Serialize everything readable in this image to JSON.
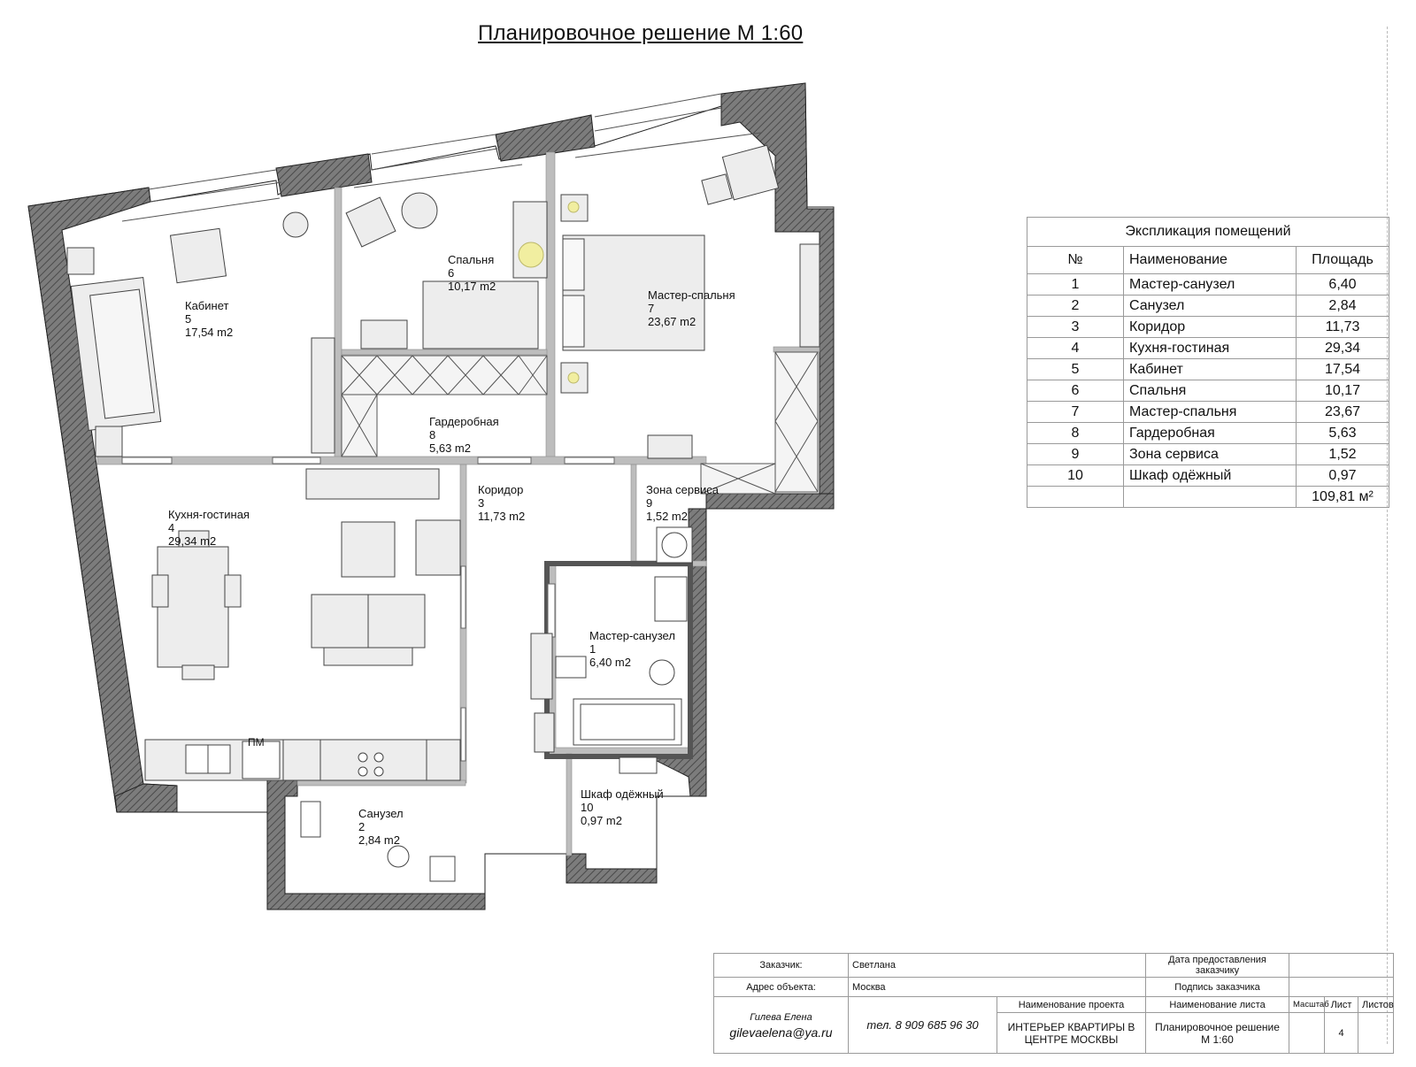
{
  "drawing": {
    "title": "Планировочное решение  М 1:60",
    "rooms": [
      {
        "name": "Кабинет",
        "number": "5",
        "area": "17,54 m2"
      },
      {
        "name": "Спальня",
        "number": "6",
        "area": "10,17 m2"
      },
      {
        "name": "Мастер-спальня",
        "number": "7",
        "area": "23,67 m2"
      },
      {
        "name": "Гардеробная",
        "number": "8",
        "area": "5,63 m2"
      },
      {
        "name": "Кухня-гостиная",
        "number": "4",
        "area": "29,34 m2"
      },
      {
        "name": "Коридор",
        "number": "3",
        "area": "11,73 m2"
      },
      {
        "name": "Зона сервиса",
        "number": "9",
        "area": "1,52 m2"
      },
      {
        "name": "Мастер-санузел",
        "number": "1",
        "area": "6,40 m2"
      },
      {
        "name": "Шкаф одёжный",
        "number": "10",
        "area": "0,97 m2"
      },
      {
        "name": "Санузел",
        "number": "2",
        "area": "2,84 m2"
      }
    ],
    "pm_label": "ПМ"
  },
  "explication": {
    "title": "Экспликация помещений",
    "headers": {
      "num": "№",
      "name": "Наименование",
      "area": "Площадь"
    },
    "rows": [
      {
        "num": "1",
        "name": "Мастер-санузел",
        "area": "6,40"
      },
      {
        "num": "2",
        "name": "Санузел",
        "area": "2,84"
      },
      {
        "num": "3",
        "name": "Коридор",
        "area": "11,73"
      },
      {
        "num": "4",
        "name": "Кухня-гостиная",
        "area": "29,34"
      },
      {
        "num": "5",
        "name": "Кабинет",
        "area": "17,54"
      },
      {
        "num": "6",
        "name": "Спальня",
        "area": "10,17"
      },
      {
        "num": "7",
        "name": "Мастер-спальня",
        "area": "23,67"
      },
      {
        "num": "8",
        "name": "Гардеробная",
        "area": "5,63"
      },
      {
        "num": "9",
        "name": "Зона сервиса",
        "area": "1,52"
      },
      {
        "num": "10",
        "name": "Шкаф одёжный",
        "area": "0,97"
      }
    ],
    "total": "109,81 м²"
  },
  "stamp": {
    "client_label": "Заказчик:",
    "client": "Светлана",
    "date_label": "Дата предоставления заказчику",
    "address_label": "Адрес объекта:",
    "address": "Москва",
    "signature_label": "Подпись заказчика",
    "project_name_label": "Наименование проекта",
    "sheet_name_label": "Наименование листа",
    "scale_label": "Масштаб",
    "sheet_label": "Лист",
    "sheets_label": "Листов",
    "author": "Гилева Елена",
    "email": "gilevaelena@ya.ru",
    "phone": "тел. 8 909 685 96 30",
    "project_name": "ИНТЕРЬЕР КВАРТИРЫ В ЦЕНТРЕ МОСКВЫ",
    "sheet_name": "Планировочное решение  М 1:60",
    "sheet_number": "4"
  }
}
